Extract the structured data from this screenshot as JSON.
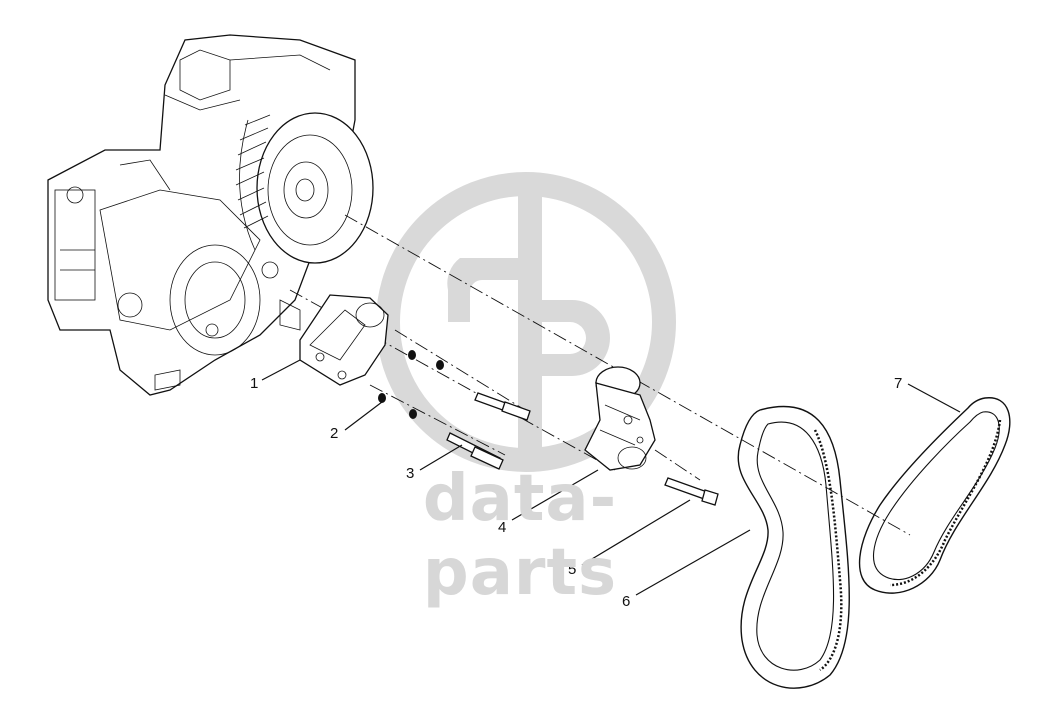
{
  "watermark": {
    "text": "data-parts",
    "color": "#d7d7d7"
  },
  "callouts": [
    "1",
    "2",
    "3",
    "4",
    "5",
    "6",
    "7"
  ],
  "icons": {
    "logo": "data-parts-logo-icon"
  }
}
